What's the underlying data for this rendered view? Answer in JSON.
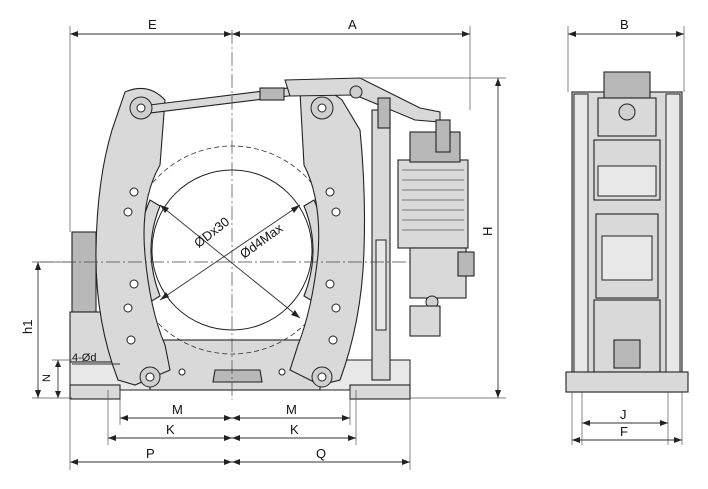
{
  "figure": {
    "dimension_labels": {
      "E": "E",
      "A": "A",
      "B": "B",
      "H": "H",
      "h1": "h1",
      "N": "N",
      "hole_spec": "4-Ød",
      "M_left": "M",
      "M_right": "M",
      "K_left": "K",
      "K_right": "K",
      "P": "P",
      "Q": "Q",
      "J": "J",
      "F": "F",
      "drum_diameter": "ØDx30",
      "shaft_diameter": "Ød4Max"
    }
  }
}
